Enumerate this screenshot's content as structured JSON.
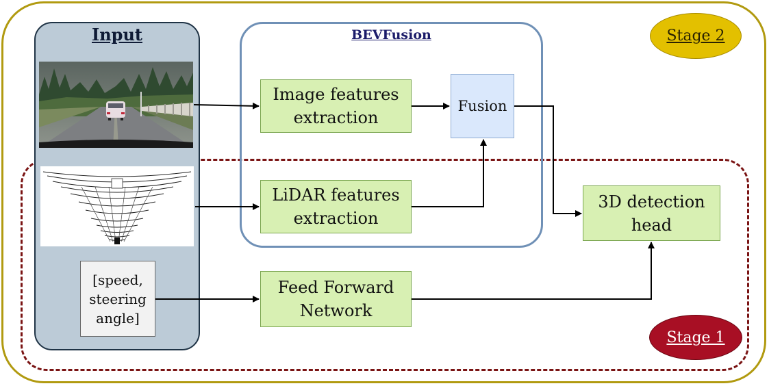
{
  "stages": {
    "stage2_label": "Stage 2",
    "stage1_label": "Stage 1",
    "stage2_color": "#e3c000",
    "stage1_color": "#a80f24"
  },
  "input": {
    "title": "Input",
    "camera_image": "front camera road scene",
    "lidar_image": "LiDAR point cloud",
    "ego_state": [
      "[speed,",
      "steering",
      "angle]"
    ]
  },
  "bevfusion": {
    "title": "BEVFusion",
    "image_branch": [
      "Image features",
      "extraction"
    ],
    "lidar_branch": [
      "LiDAR features",
      "extraction"
    ],
    "fusion": "Fusion"
  },
  "ffn": [
    "Feed Forward",
    "Network"
  ],
  "detection_head": [
    "3D detection",
    "head"
  ],
  "colors": {
    "module_fill": "#d8f0b3",
    "fusion_fill": "#dae8fc",
    "input_panel": "#bccbd7"
  }
}
